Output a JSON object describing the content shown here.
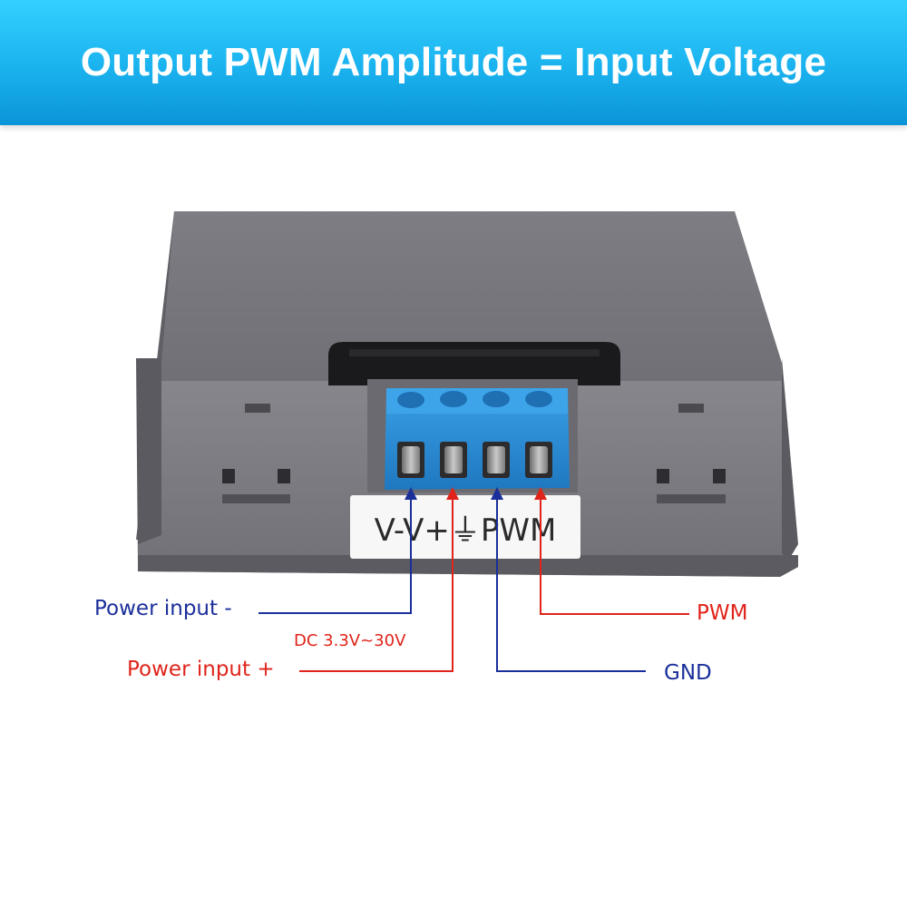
{
  "header": {
    "title": "Output PWM Amplitude = Input Voltage",
    "background_color": "#1ab2ee"
  },
  "terminal_label": {
    "text": "V-V+⏚PWM"
  },
  "callouts": {
    "power_input_minus": "Power input -",
    "power_input_plus": "Power input +",
    "dc_range": "DC 3.3V~30V",
    "pwm": "PWM",
    "gnd": "GND"
  },
  "colors": {
    "negative_wire": "#1b2f9a",
    "positive_wire": "#e0241b",
    "terminal_block": "#2f8fd6",
    "housing": "#77777d"
  }
}
